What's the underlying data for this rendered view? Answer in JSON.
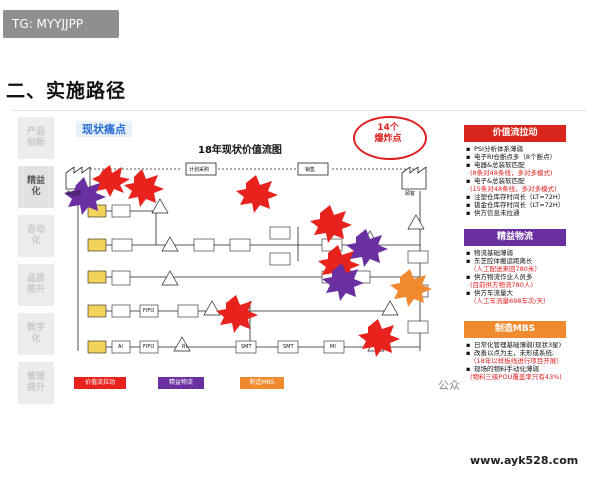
{
  "watermark_tag": "TG: MYYJJPP",
  "section_heading": "二、实施路径",
  "side_tabs": [
    {
      "label": "产品创新",
      "active": false
    },
    {
      "label": "精益化",
      "active": true
    },
    {
      "label": "自动化",
      "active": false
    },
    {
      "label": "品质提升",
      "active": false
    },
    {
      "label": "数字化",
      "active": false
    },
    {
      "label": "管理提升",
      "active": false
    }
  ],
  "current_pain_points_label": "现状痛点",
  "vsm_title": "18年现状价值流图",
  "explosion_callout": "14个\n爆炸点",
  "vsm_labels": {
    "supplier": "供应商",
    "planning": "计划采购",
    "sales": "销售",
    "customer": "顾客",
    "fifo": "FIFO",
    "smt": "SMT",
    "mi": "MI",
    "ai": "AI",
    "ri": "RI"
  },
  "legend": [
    {
      "label": "价值流拉动",
      "color": "#e8231d"
    },
    {
      "label": "精益物流",
      "color": "#6a2fa0"
    },
    {
      "label": "制造MBS",
      "color": "#f08a2e"
    }
  ],
  "sections": [
    {
      "title": "价值流拉动",
      "color": "#d9261c",
      "items": [
        {
          "bullet": true,
          "text": "PSI分析体系薄弱",
          "red": false
        },
        {
          "bullet": true,
          "text": "电子RI仓断点多（8个断点）",
          "red": false
        },
        {
          "bullet": true,
          "text": "电器&总装软匹配",
          "red": false
        },
        {
          "bullet": false,
          "text": "(8条对48条线，多对多模式)",
          "red": true
        },
        {
          "bullet": true,
          "text": "电子&总装软匹配",
          "red": false
        },
        {
          "bullet": false,
          "text": "(15条对48条线，多对多模式)",
          "red": true
        },
        {
          "bullet": true,
          "text": "注塑仓库存时间长（LT=72H）",
          "red": false
        },
        {
          "bullet": true,
          "text": "钣金仓库存时间长（LT=72H）",
          "red": false
        },
        {
          "bullet": true,
          "text": "供方信息未拉通",
          "red": false
        }
      ]
    },
    {
      "title": "精益物流",
      "color": "#6a2fa0",
      "items": [
        {
          "bullet": true,
          "text": "物流基础薄弱",
          "red": false
        },
        {
          "bullet": true,
          "text": "东芝腔体搬运距离长",
          "red": false
        },
        {
          "bullet": false,
          "text": "（人工配送来回780米）",
          "red": true
        },
        {
          "bullet": true,
          "text": "供方物流作业人员多",
          "red": false
        },
        {
          "bullet": false,
          "text": "(目前供方物流780人)",
          "red": true
        },
        {
          "bullet": true,
          "text": "供方车流量大",
          "red": false
        },
        {
          "bullet": false,
          "text": "（人工车流量698车次/天）",
          "red": true
        }
      ]
    },
    {
      "title": "制造MBS",
      "color": "#f08a2e",
      "items": [
        {
          "bullet": true,
          "text": "日常化管理基础薄弱(现状3星)",
          "red": false
        },
        {
          "bullet": true,
          "text": "改善以点为主，未形成系统;",
          "red": false
        },
        {
          "bullet": false,
          "text": "（18年以样板线进行项目开展）",
          "red": true
        },
        {
          "bullet": true,
          "text": "现场的物料手动化薄弱",
          "red": false
        },
        {
          "bullet": false,
          "text": "(物料三级POU覆盖率只有43%)",
          "red": true
        }
      ]
    }
  ],
  "footer_watermark": "公众",
  "site_watermark": "www.ayk528.com"
}
